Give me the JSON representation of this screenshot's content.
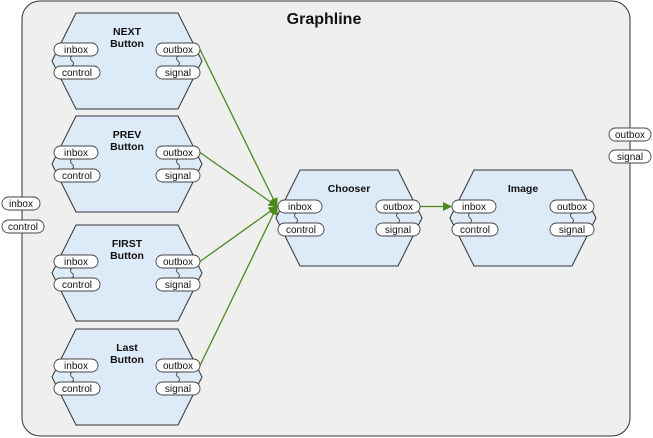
{
  "graphline": {
    "title": "Graphline",
    "ports": [
      {
        "id": "gl-inbox",
        "label": "inbox"
      },
      {
        "id": "gl-control",
        "label": "control"
      },
      {
        "id": "gl-outbox",
        "label": "outbox"
      },
      {
        "id": "gl-signal",
        "label": "signal"
      }
    ]
  },
  "components": [
    {
      "id": "next",
      "label_lines": [
        "NEXT",
        "Button"
      ],
      "ports": {
        "inbox": "inbox",
        "control": "control",
        "outbox": "outbox",
        "signal": "signal"
      }
    },
    {
      "id": "prev",
      "label_lines": [
        "PREV",
        "Button"
      ],
      "ports": {
        "inbox": "inbox",
        "control": "control",
        "outbox": "outbox",
        "signal": "signal"
      }
    },
    {
      "id": "first",
      "label_lines": [
        "FIRST",
        "Button"
      ],
      "ports": {
        "inbox": "inbox",
        "control": "control",
        "outbox": "outbox",
        "signal": "signal"
      }
    },
    {
      "id": "last",
      "label_lines": [
        "Last",
        "Button"
      ],
      "ports": {
        "inbox": "inbox",
        "control": "control",
        "outbox": "outbox",
        "signal": "signal"
      }
    },
    {
      "id": "chooser",
      "label_lines": [
        "Chooser"
      ],
      "ports": {
        "inbox": "inbox",
        "control": "control",
        "outbox": "outbox",
        "signal": "signal"
      }
    },
    {
      "id": "image",
      "label_lines": [
        "Image"
      ],
      "ports": {
        "inbox": "inbox",
        "control": "control",
        "outbox": "outbox",
        "signal": "signal"
      }
    }
  ],
  "links": [
    {
      "from": "next.outbox",
      "to": "chooser.inbox"
    },
    {
      "from": "prev.outbox",
      "to": "chooser.inbox"
    },
    {
      "from": "first.outbox",
      "to": "chooser.inbox"
    },
    {
      "from": "last.outbox",
      "to": "chooser.inbox"
    },
    {
      "from": "chooser.outbox",
      "to": "image.inbox"
    }
  ],
  "colors": {
    "container_fill": "#efefef",
    "component_fill": "#ddeaf7",
    "link": "#4a8a1c"
  }
}
